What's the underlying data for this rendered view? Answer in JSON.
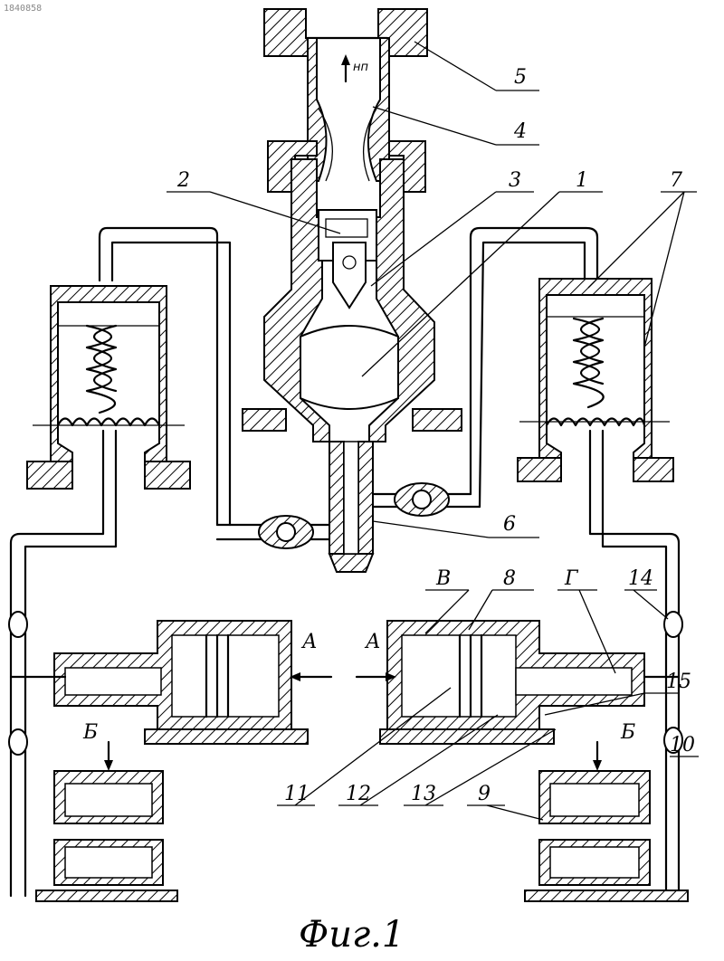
{
  "watermark": "1840858",
  "caption": "Фиг.1",
  "flow_label": "нп",
  "labels": {
    "n1": "1",
    "n2": "2",
    "n3": "3",
    "n4": "4",
    "n5": "5",
    "n6": "6",
    "n7": "7",
    "n8": "8",
    "n9": "9",
    "n10": "10",
    "n11": "11",
    "n12": "12",
    "n13": "13",
    "n14": "14",
    "n15": "15",
    "A_left": "А",
    "A_right": "А",
    "B_left": "Б",
    "B_right": "Б",
    "V": "В",
    "G": "Г"
  }
}
